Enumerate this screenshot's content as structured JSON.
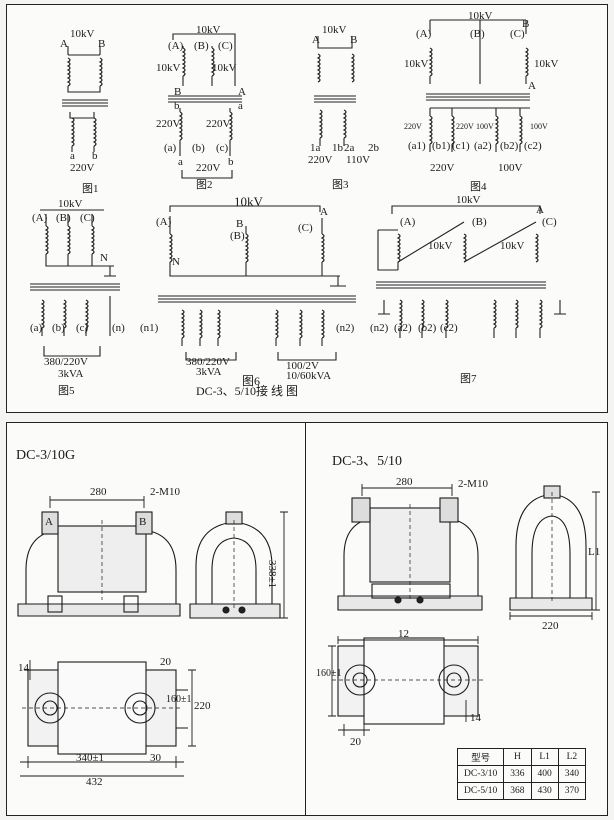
{
  "top": {
    "caption": "DC-3、5/10接  线  图",
    "figures": {
      "f1": {
        "label": "图1",
        "hv": "10kV",
        "a": "A",
        "b": "B",
        "lv_a": "a",
        "lv_b": "b",
        "lv": "220V"
      },
      "f2": {
        "label": "图2",
        "hv": "10kV",
        "pa": "(A)",
        "pb": "(B)",
        "pc": "(C)",
        "hvl": "10kV",
        "hvr": "10kV",
        "B": "B",
        "A": "A",
        "b": "b",
        "a": "a",
        "lvl": "220V",
        "lvr": "220V",
        "sa": "(a)",
        "sb": "(b)",
        "sc": "(c)",
        "la": "a",
        "lb": "b",
        "lv": "220V"
      },
      "f3": {
        "label": "图3",
        "hv": "10kV",
        "a": "A",
        "b": "B",
        "t1": "1a",
        "t2": "1b",
        "t3": "2a",
        "t4": "2b",
        "v1": "220V",
        "v2": "110V"
      },
      "f4": {
        "label": "图4",
        "hv": "10kV",
        "pa": "(A)",
        "pb": "(B)",
        "pc": "(C)",
        "A": "A",
        "B": "B",
        "hvl": "10kV",
        "hvr": "10kV",
        "c1": "220V",
        "c2": "220V",
        "c3": "100V",
        "c4": "100V",
        "s1": "(a1)",
        "s2": "(b1)",
        "s3": "(c1)",
        "s4": "(a2)",
        "s5": "(b2)",
        "s6": "(c2)",
        "v1": "220V",
        "v2": "100V"
      },
      "f5": {
        "label": "图5",
        "hv": "10kV",
        "pa": "(A)",
        "pb": "(B)",
        "pc": "(C)",
        "n": "N",
        "lv": "380/220V",
        "cap": "3kVA",
        "sa": "(a)",
        "sb": "(b)",
        "sc": "(c)",
        "sn": "(n)"
      },
      "f6": {
        "label": "图6",
        "hv": "10kV",
        "pa": "(A)",
        "pb": "(B)",
        "pc": "(C)",
        "A": "A",
        "B": "B",
        "n": "N",
        "n1": "(n1)",
        "n2": "(n2)",
        "lv1": "380/220V",
        "cap1": "3kVA",
        "lv2": "100/2V",
        "cap2": "10/60kVA"
      },
      "f7": {
        "label": "图7",
        "hv": "10kV",
        "pa": "(A)",
        "pb": "(B)",
        "pc": "(C)",
        "A": "A",
        "hvl": "10kV",
        "hvr": "10kV",
        "n2": "(n2)",
        "s1": "(a2)",
        "s2": "(b2)",
        "s3": "(c2)"
      }
    }
  },
  "left": {
    "title": "DC-3/10G",
    "dims": {
      "d280": "280",
      "bolt": "2-M10",
      "A": "A",
      "B": "B",
      "h": "338±1",
      "w14": "14",
      "w20": "20",
      "m220": "220",
      "m160": "160±1",
      "w340": "340±1",
      "w30": "30",
      "w432": "432"
    }
  },
  "right": {
    "title": "DC-3、5/10",
    "dims": {
      "d280": "280",
      "bolt": "2-M10",
      "L1": "L1",
      "w220": "220",
      "d12": "12",
      "m160": "160±1",
      "d20": "20",
      "d14": "14"
    },
    "table": {
      "headers": [
        "型号",
        "H",
        "L1",
        "L2"
      ],
      "rows": [
        [
          "DC-3/10",
          "336",
          "400",
          "340"
        ],
        [
          "DC-5/10",
          "368",
          "430",
          "370"
        ]
      ]
    }
  }
}
